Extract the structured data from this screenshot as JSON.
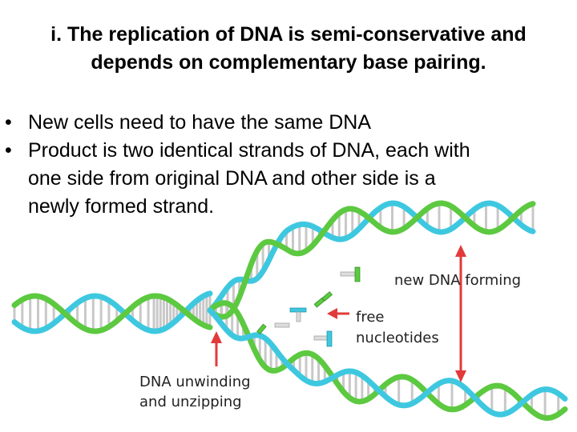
{
  "title": {
    "line1": "i.  The replication of DNA is semi-conservative and",
    "line2": "depends on complementary base pairing."
  },
  "bullets": [
    "New cells need to have the same DNA",
    "Product is two identical strands of DNA, each with one side from original DNA and other side is a newly formed strand."
  ],
  "bullet_lines": {
    "b2_line1": "Product is two identical strands of DNA, each with",
    "b2_line2": "one side from original DNA and other side is a",
    "b2_line3": "newly formed strand."
  },
  "bullet_glyph": "•",
  "labels": {
    "new_dna": "new DNA forming",
    "free_line1": "free",
    "free_line2": "nucleotides",
    "unwind_line1": "DNA unwinding",
    "unwind_line2": "and unzipping"
  },
  "colors": {
    "strand_blue": "#3ec8e0",
    "strand_green": "#5cc940",
    "rung": "#c8c8c8",
    "arrow": "#e23a3a"
  }
}
